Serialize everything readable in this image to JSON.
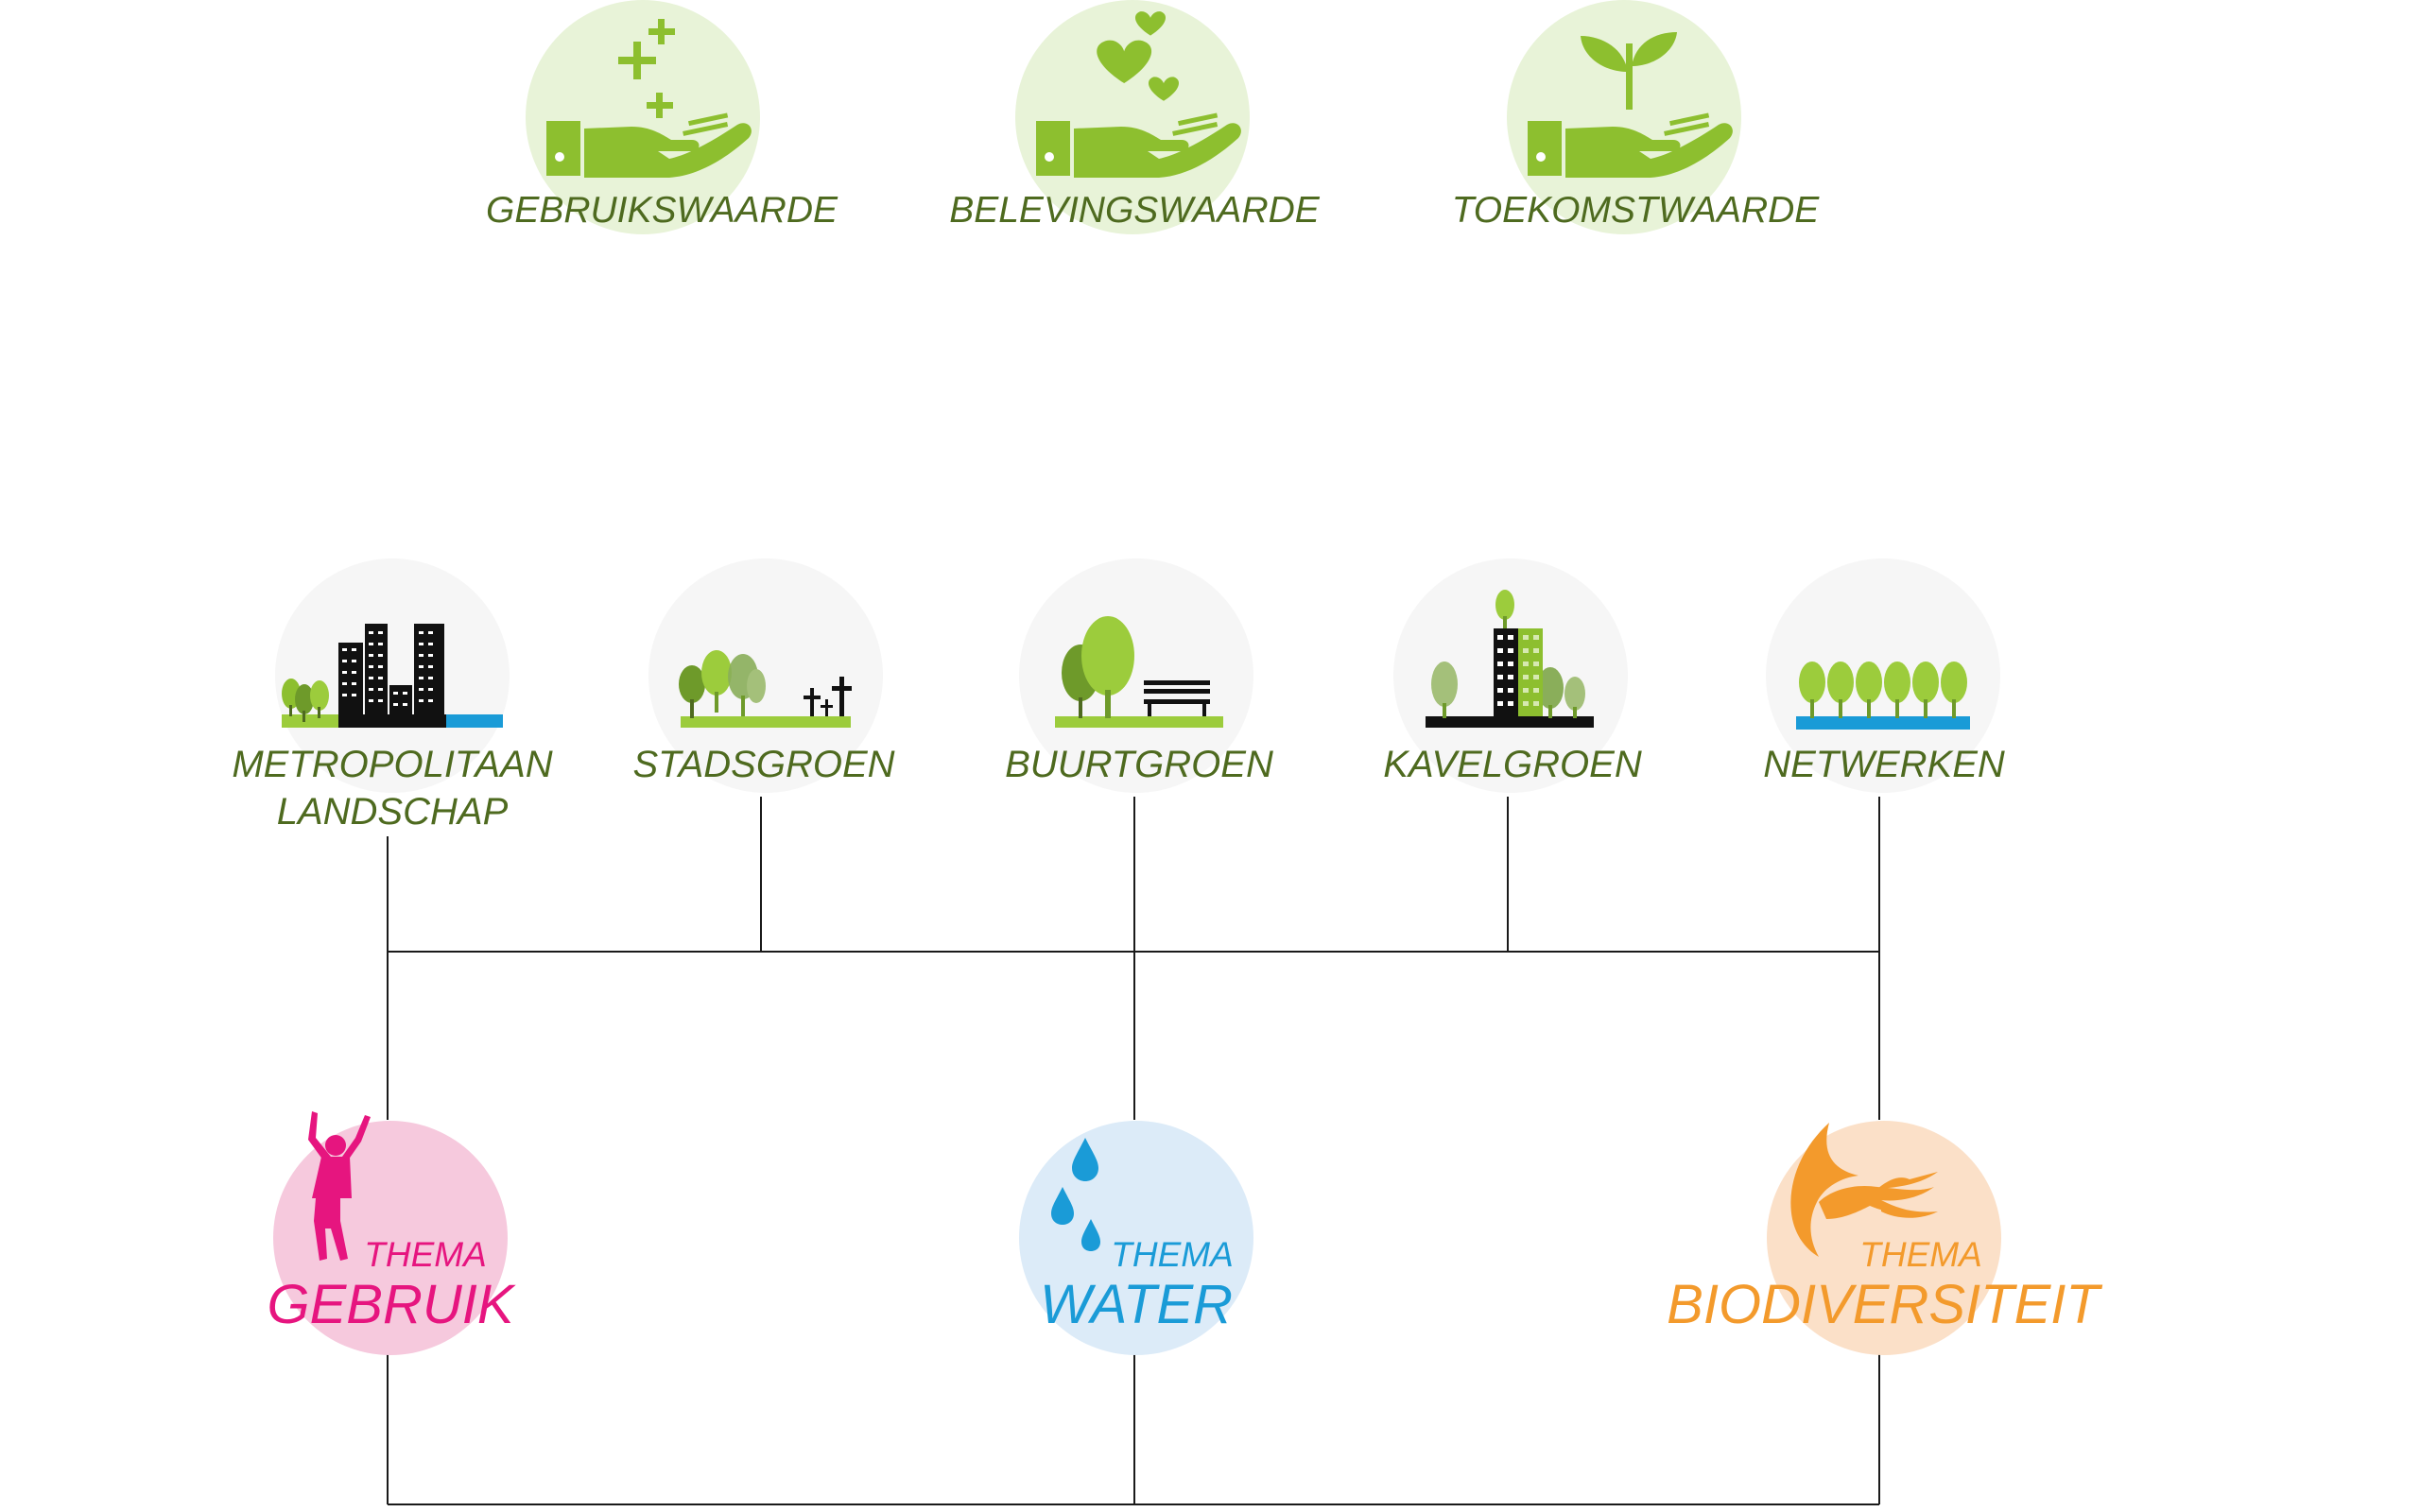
{
  "colors": {
    "green": "#8dbf2f",
    "dark_green_text": "#4e6a1f",
    "mid_green": "#6e9a2a",
    "light_green_bg": "#e8f3d8",
    "scale_bg": "#f6f6f6",
    "water_blue": "#1a9bd7",
    "magenta": "#e6157f",
    "pink_bg": "#f6c9dd",
    "blue_bg": "#dcebf8",
    "orange": "#f39a2c",
    "orange_bg": "#fbe0c8",
    "line": "#1a1a1a"
  },
  "values": [
    {
      "id": "gebruikswaarde",
      "label": "GEBRUIKSWAARDE",
      "icon": "hand-plus-icon"
    },
    {
      "id": "belevingswaarde",
      "label": "BELEVINGSWAARDE",
      "icon": "hand-hearts-icon"
    },
    {
      "id": "toekomstwaarde",
      "label": "TOEKOMSTWAARDE",
      "icon": "hand-sprout-icon"
    }
  ],
  "scales": [
    {
      "id": "metropolitaan",
      "label_line1": "METROPOLITAAN",
      "label_line2": "LANDSCHAP",
      "icon": "city-skyline-icon"
    },
    {
      "id": "stadsgroen",
      "label_line1": "STADSGROEN",
      "icon": "trees-cemetery-icon"
    },
    {
      "id": "buurtgroen",
      "label_line1": "BUURTGROEN",
      "icon": "tree-bench-icon"
    },
    {
      "id": "kavelgroen",
      "label_line1": "KAVELGROEN",
      "icon": "building-trees-icon"
    },
    {
      "id": "netwerken",
      "label_line1": "NETWERKEN",
      "icon": "tree-row-icon"
    }
  ],
  "themes": [
    {
      "id": "gebruik",
      "small": "THEMA",
      "big": "GEBRUIK",
      "icon": "jumping-person-icon"
    },
    {
      "id": "water",
      "small": "THEMA",
      "big": "WATER",
      "icon": "water-drops-icon"
    },
    {
      "id": "biodiversiteit",
      "small": "THEMA",
      "big": "BIODIVERSITEIT",
      "icon": "swallow-bird-icon"
    }
  ]
}
